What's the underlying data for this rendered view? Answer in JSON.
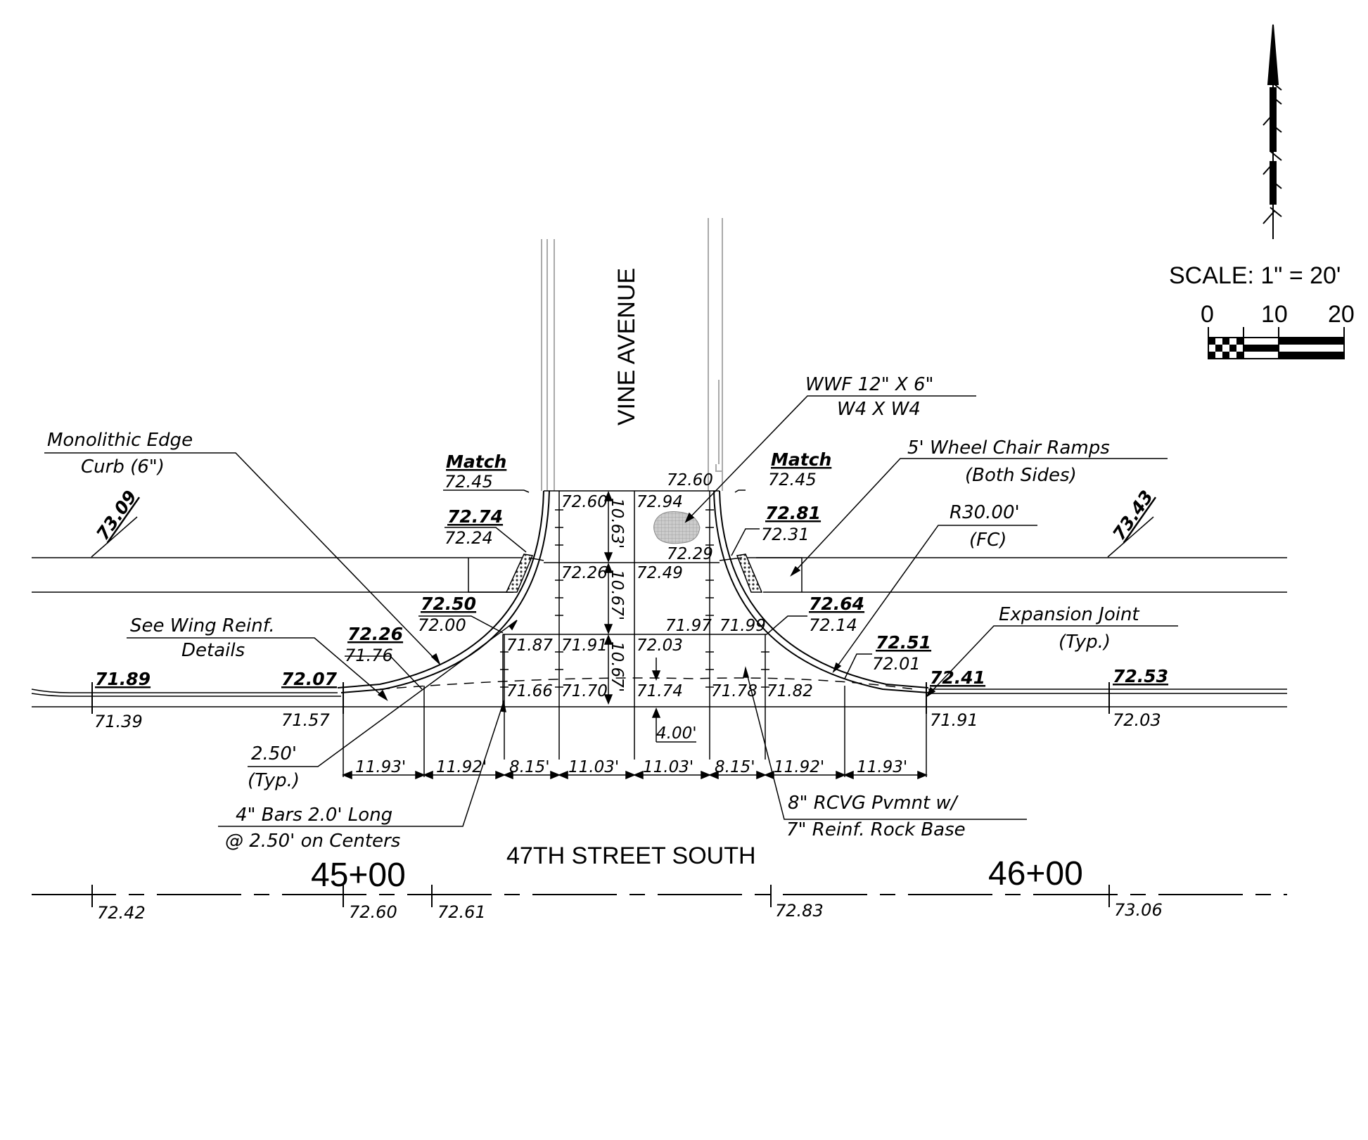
{
  "title": {
    "vine_avenue": "VINE AVENUE",
    "street": "47TH STREET SOUTH"
  },
  "scale": {
    "label": "SCALE: 1\" = 20'",
    "ticks": [
      "0",
      "10",
      "20"
    ]
  },
  "stations": [
    "45+00",
    "46+00"
  ],
  "notes": {
    "monolithic_1": "Monolithic Edge",
    "monolithic_2": "Curb (6\")",
    "wing_1": "See Wing Reinf.",
    "wing_2": "Details",
    "bars_spacing_1": "2.50'",
    "bars_spacing_2": "(Typ.)",
    "bars_1": "4\" Bars 2.0' Long",
    "bars_2": "@ 2.50' on Centers",
    "wwf_1": "WWF 12\" X 6\"",
    "wwf_2": "W4 X W4",
    "ramps_1": "5' Wheel Chair Ramps",
    "ramps_2": "(Both Sides)",
    "radius_1": "R30.00'",
    "radius_2": "(FC)",
    "expansion_1": "Expansion Joint",
    "expansion_2": "(Typ.)",
    "pavement_1": "8\" RCVG Pvmnt w/",
    "pavement_2": "7\" Reinf. Rock Base",
    "match": "Match"
  },
  "elevations": {
    "match_left": "72.45",
    "match_right": "72.45",
    "top_left_bold": "72.74",
    "top_left": "72.24",
    "top_right_bold": "72.81",
    "top_right": "72.31",
    "corner_left_bold": "72.50",
    "corner_left": "72.00",
    "corner_right_bold": "72.64",
    "corner_right": "72.14",
    "wing_left_bold": "72.26",
    "wing_left": "71.76",
    "wing_right_bold": "72.51",
    "wing_right": "72.01",
    "far_left_bold": "71.89",
    "far_left": "71.39",
    "ec_left_bold": "72.07",
    "ec_left": "71.57",
    "ec_right_bold": "72.41",
    "ec_right": "71.91",
    "far_right_bold": "72.53",
    "far_right": "72.03",
    "sidewalk_left": "73.09",
    "sidewalk_right": "73.43",
    "grid": [
      "72.60",
      "72.60",
      "72.94",
      "72.29",
      "72.26",
      "72.49",
      "71.97",
      "71.99",
      "71.87",
      "71.91",
      "72.03",
      "71.66",
      "71.70",
      "71.74",
      "71.78",
      "71.82"
    ],
    "centerline": [
      "72.42",
      "72.60",
      "72.61",
      "72.83",
      "73.06"
    ]
  },
  "dimensions": {
    "vertical": [
      "10.63'",
      "10.67'",
      "10.67'"
    ],
    "offset": "4.00'",
    "horizontal": [
      "11.93'",
      "11.92'",
      "8.15'",
      "11.03'",
      "11.03'",
      "8.15'",
      "11.92'",
      "11.93'"
    ]
  }
}
